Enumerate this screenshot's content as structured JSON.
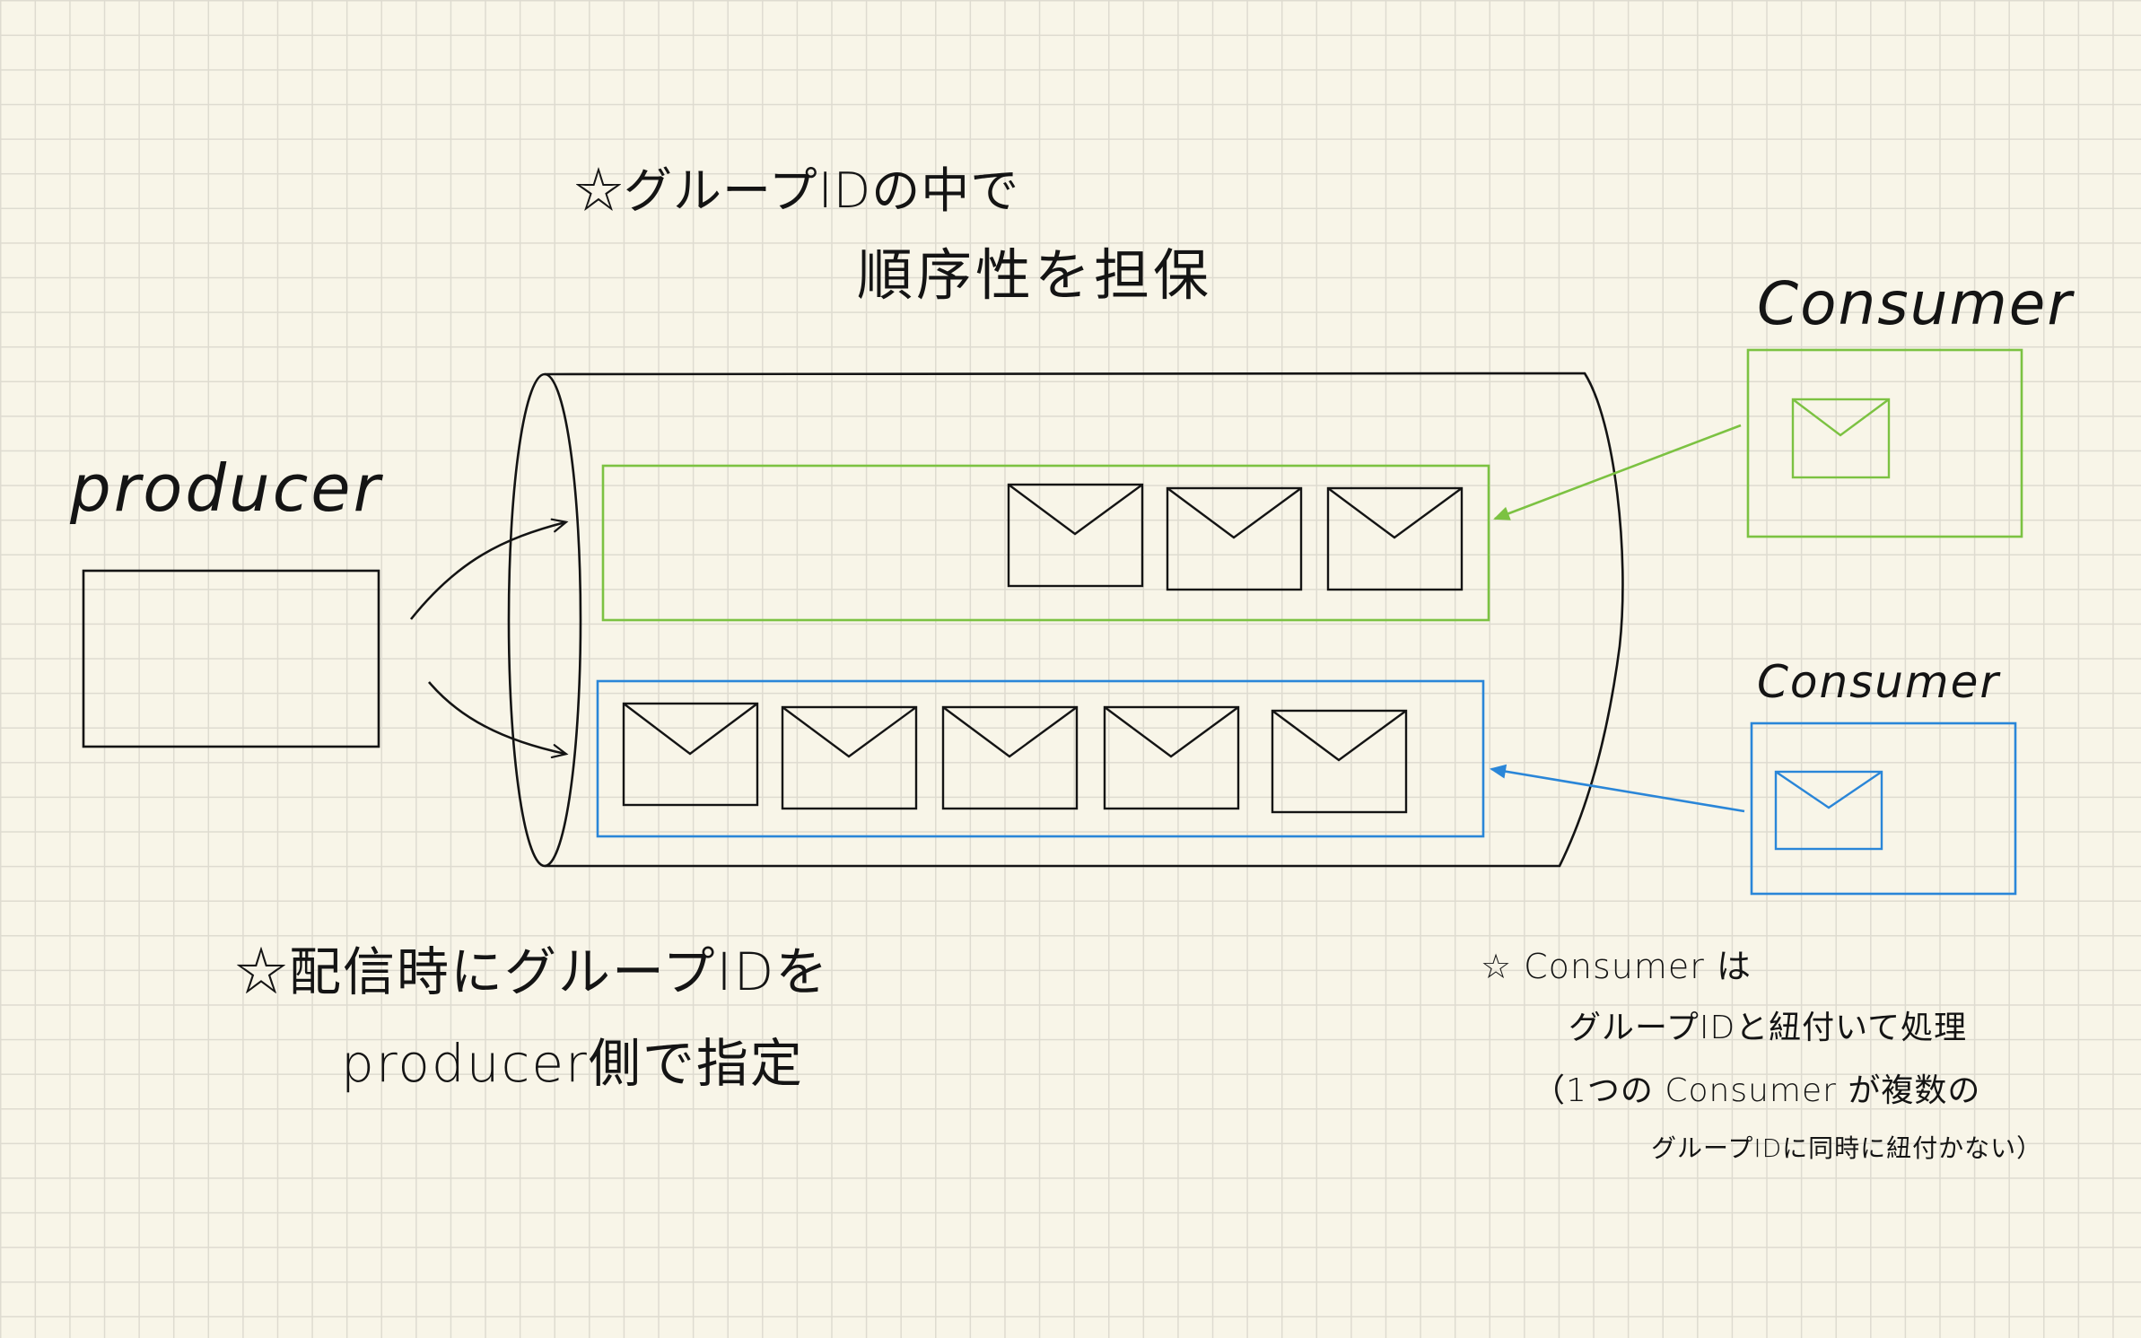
{
  "notes": {
    "top_line1": "☆グループIDの中で",
    "top_line2": "順序性を担保",
    "left_line1": "☆配信時にグループIDを",
    "left_line2": "producer側で指定",
    "right_line1": "☆ Consumer は",
    "right_line2": "グループIDと紐付いて処理",
    "right_line3": "（1つの Consumer が複数の",
    "right_line4": "グループIDに同時に紐付かない）"
  },
  "labels": {
    "producer": "producer",
    "consumer_green": "Consumer",
    "consumer_blue": "Consumer"
  },
  "groups": [
    {
      "name": "green-group",
      "color": "#7cc242",
      "message_count": 3
    },
    {
      "name": "blue-group",
      "color": "#2a86d8",
      "message_count": 5
    }
  ],
  "colors": {
    "ink": "#141414",
    "paper": "#f8f5e8",
    "grid": "#dedbd0",
    "group_green": "#7cc242",
    "group_blue": "#2a86d8"
  },
  "icons": [
    "envelope-icon",
    "star-icon",
    "arrow-icon"
  ]
}
